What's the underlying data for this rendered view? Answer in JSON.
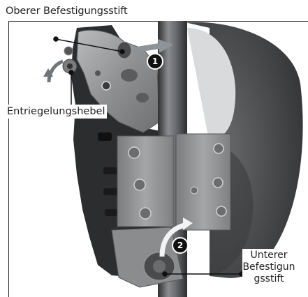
{
  "title": "Oberer Befestigungsstift",
  "callouts": {
    "release_lever": "Entriegelungshebel",
    "lower_pin_line1": "Unterer",
    "lower_pin_line2": "Befestigun",
    "lower_pin_line3": "gsstift"
  },
  "steps": {
    "one": "1",
    "two": "2"
  },
  "colors": {
    "arrow": "#7d8489",
    "bracket": "#8e9092",
    "cushion": "#4a4b4d",
    "tube": "#5a5c5e",
    "badge": "#111111"
  }
}
